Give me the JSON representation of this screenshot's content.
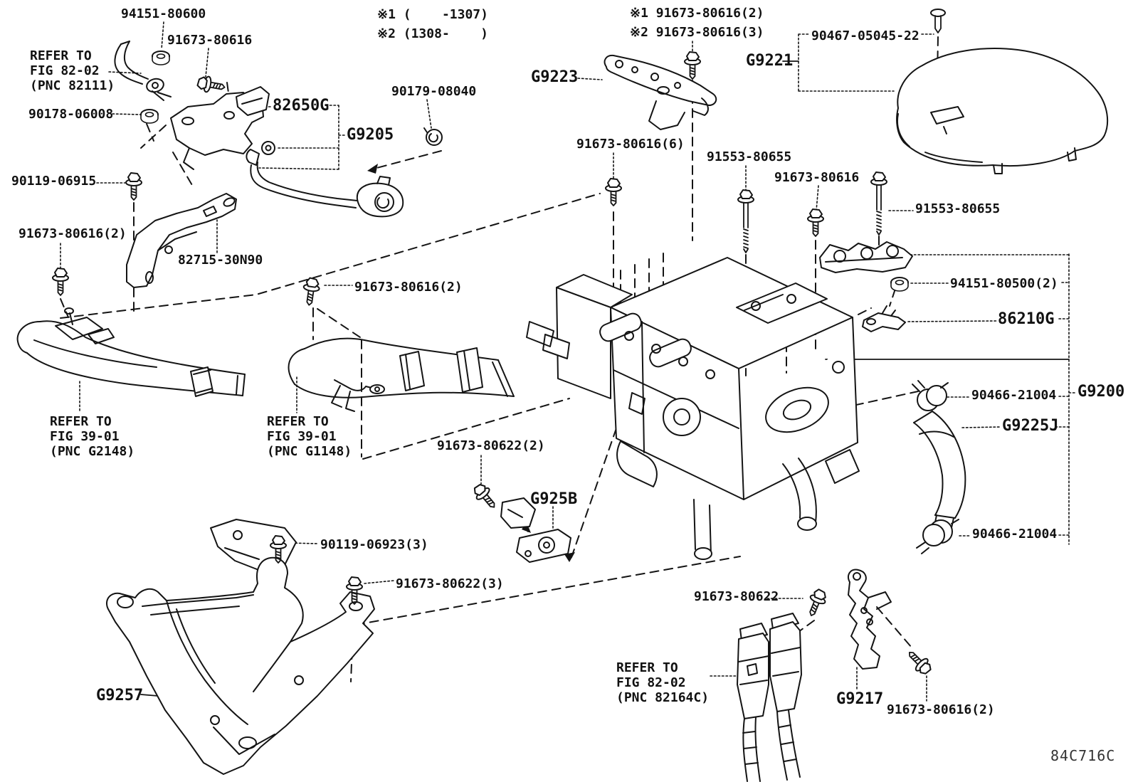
{
  "diagram": {
    "drawing_code": "84C716C",
    "colors": {
      "background": "#ffffff",
      "line": "#141414"
    }
  },
  "notes": {
    "spec_range_1": "※1 (    -1307)",
    "spec_range_2": "※2 (1308-    )",
    "spec_bolt_1": "※1 91673-80616(2)",
    "spec_bolt_2": "※2 91673-80616(3)"
  },
  "labels": [
    {
      "name": "94151-80600",
      "text": "94151-80600"
    },
    {
      "name": "91673-80616-a",
      "text": "91673-80616"
    },
    {
      "name": "refer-82-02-82111",
      "text": "REFER TO\nFIG 82-02\n(PNC 82111)"
    },
    {
      "name": "90178-06008",
      "text": "90178-06008"
    },
    {
      "name": "82650G",
      "text": "82650G"
    },
    {
      "name": "G9205",
      "text": "G9205"
    },
    {
      "name": "90179-08040",
      "text": "90179-08040"
    },
    {
      "name": "note-1",
      "text": "※1 (    -1307)"
    },
    {
      "name": "note-2",
      "text": "※2 (1308-    )"
    },
    {
      "name": "note-bolt-1",
      "text": "※1 91673-80616(2)"
    },
    {
      "name": "note-bolt-2",
      "text": "※2 91673-80616(3)"
    },
    {
      "name": "G9223",
      "text": "G9223"
    },
    {
      "name": "90467-05045-22",
      "text": "90467-05045-22"
    },
    {
      "name": "G9221",
      "text": "G9221"
    },
    {
      "name": "91673-80616-6",
      "text": "91673-80616(6)"
    },
    {
      "name": "91553-80655-a",
      "text": "91553-80655"
    },
    {
      "name": "91673-80616-b",
      "text": "91673-80616"
    },
    {
      "name": "91553-80655-b",
      "text": "91553-80655"
    },
    {
      "name": "90119-06915",
      "text": "90119-06915"
    },
    {
      "name": "91673-80616-2a",
      "text": "91673-80616(2)"
    },
    {
      "name": "82715-30N90",
      "text": "82715-30N90"
    },
    {
      "name": "91673-80616-2b",
      "text": "91673-80616(2)"
    },
    {
      "name": "94151-80500-2",
      "text": "94151-80500(2)"
    },
    {
      "name": "86210G",
      "text": "86210G"
    },
    {
      "name": "G9200",
      "text": "G9200"
    },
    {
      "name": "90466-21004-a",
      "text": "90466-21004"
    },
    {
      "name": "G9225J",
      "text": "G9225J"
    },
    {
      "name": "90466-21004-b",
      "text": "90466-21004"
    },
    {
      "name": "refer-39-01-G2148",
      "text": "REFER TO\nFIG 39-01\n(PNC G2148)"
    },
    {
      "name": "refer-39-01-G1148",
      "text": "REFER TO\nFIG 39-01\n(PNC G1148)"
    },
    {
      "name": "91673-80622-2",
      "text": "91673-80622(2)"
    },
    {
      "name": "G925B",
      "text": "G925B"
    },
    {
      "name": "90119-06923-3",
      "text": "90119-06923(3)"
    },
    {
      "name": "91673-80622-3",
      "text": "91673-80622(3)"
    },
    {
      "name": "G9257",
      "text": "G9257"
    },
    {
      "name": "91673-80622",
      "text": "91673-80622"
    },
    {
      "name": "refer-82-02-82164C",
      "text": "REFER TO\nFIG 82-02\n(PNC 82164C)"
    },
    {
      "name": "G9217",
      "text": "G9217"
    },
    {
      "name": "91673-80616-2c",
      "text": "91673-80616(2)"
    },
    {
      "name": "drawing-code",
      "text": "84C716C"
    }
  ]
}
